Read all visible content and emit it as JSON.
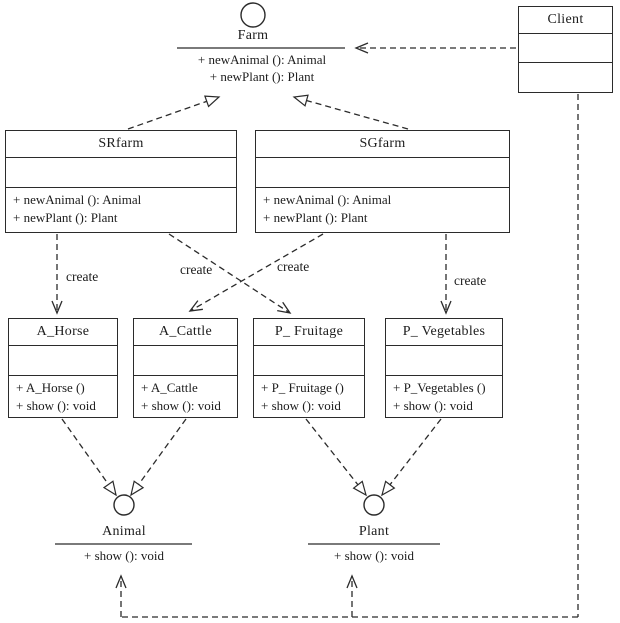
{
  "interfaces": {
    "farm": {
      "name": "Farm",
      "method1": "+ newAnimal (): Animal",
      "method2": "+ newPlant (): Plant"
    },
    "animal": {
      "name": "Animal",
      "method1": "+ show (): void"
    },
    "plant": {
      "name": "Plant",
      "method1": "+ show (): void"
    }
  },
  "classes": {
    "client": {
      "name": "Client"
    },
    "srfarm": {
      "name": "SRfarm",
      "method1": "+ newAnimal (): Animal",
      "method2": "+ newPlant (): Plant"
    },
    "sgfarm": {
      "name": "SGfarm",
      "method1": "+ newAnimal (): Animal",
      "method2": "+ newPlant (): Plant"
    },
    "a_horse": {
      "name": "A_Horse",
      "method1": "+ A_Horse ()",
      "method2": "+ show (): void"
    },
    "a_cattle": {
      "name": "A_Cattle",
      "method1": "+ A_Cattle",
      "method2": "+ show (): void"
    },
    "p_fruitage": {
      "name": "P_ Fruitage",
      "method1": "+ P_ Fruitage ()",
      "method2": "+ show (): void"
    },
    "p_vegetables": {
      "name": "P_ Vegetables",
      "method1": "+ P_Vegetables ()",
      "method2": "+ show (): void"
    }
  },
  "labels": {
    "create": "create"
  },
  "colors": {
    "stroke": "#2b2b2b",
    "background": "#ffffff"
  }
}
